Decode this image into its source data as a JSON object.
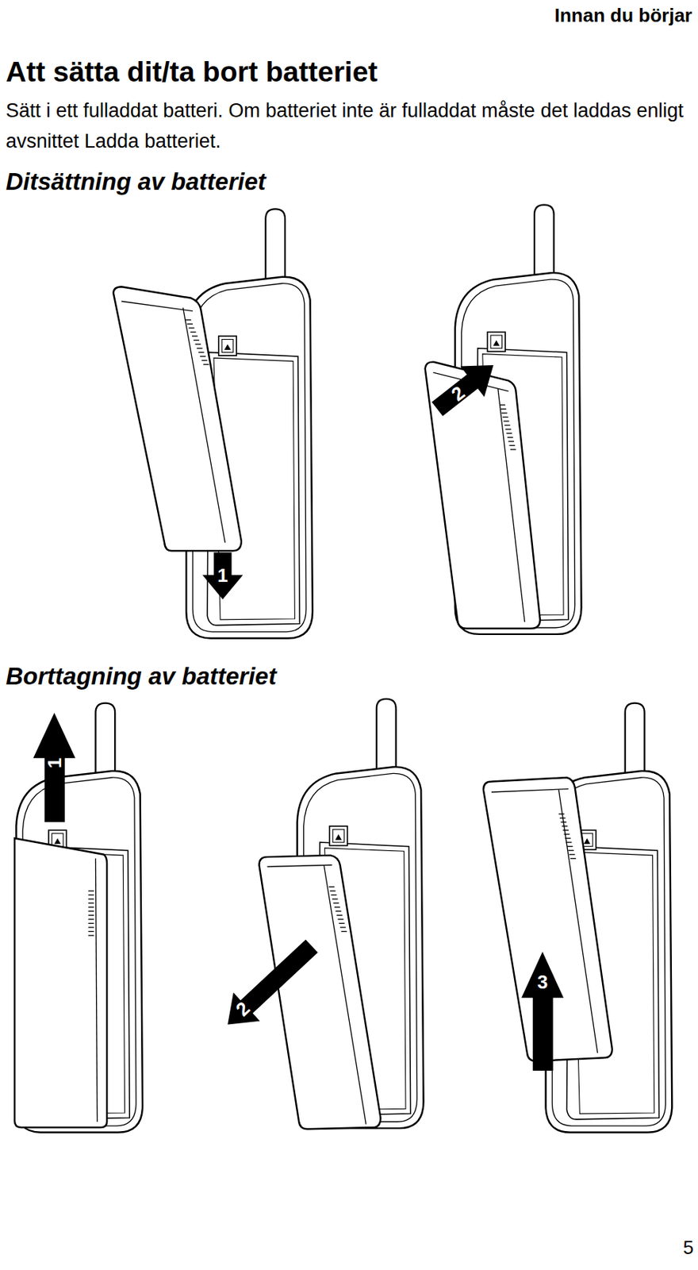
{
  "diagram": {
    "title": "Att sätta dit/ta bort batteriet",
    "labels": [
      "Innan du börjar",
      "Sätt i ett fulladdat batteri. Om batteriet inte är fulladdat måste det laddas enligt avsnittet Ladda batteriet.",
      "Ditsättning av batteriet",
      "1",
      "2",
      "Borttagning av batteriet",
      "1",
      "2",
      "3",
      "5"
    ]
  }
}
